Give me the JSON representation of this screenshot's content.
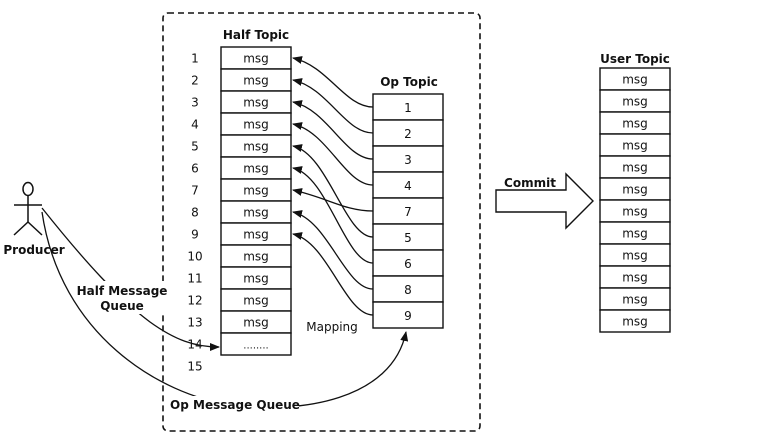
{
  "producer": {
    "label": "Producer",
    "icon": "person-icon"
  },
  "half_topic": {
    "title": "Half Topic",
    "index_labels": [
      "1",
      "2",
      "3",
      "4",
      "5",
      "6",
      "7",
      "8",
      "9",
      "10",
      "11",
      "12",
      "13",
      "14",
      "15"
    ],
    "cells": [
      "msg",
      "msg",
      "msg",
      "msg",
      "msg",
      "msg",
      "msg",
      "msg",
      "msg",
      "msg",
      "msg",
      "msg",
      "msg",
      "........"
    ]
  },
  "op_topic": {
    "title": "Op Topic",
    "cells": [
      "1",
      "2",
      "3",
      "4",
      "7",
      "5",
      "6",
      "8",
      "9"
    ]
  },
  "user_topic": {
    "title": "User Topic",
    "cells": [
      "msg",
      "msg",
      "msg",
      "msg",
      "msg",
      "msg",
      "msg",
      "msg",
      "msg",
      "msg",
      "msg",
      "msg"
    ]
  },
  "labels": {
    "mapping": "Mapping",
    "commit": "Commit",
    "half_message_queue_line1": "Half Message",
    "half_message_queue_line2": "Queue",
    "op_message_queue": "Op Message Queue"
  },
  "mapping_links": [
    {
      "op_index": 0,
      "half_index": 0
    },
    {
      "op_index": 1,
      "half_index": 1
    },
    {
      "op_index": 2,
      "half_index": 2
    },
    {
      "op_index": 3,
      "half_index": 3
    },
    {
      "op_index": 4,
      "half_index": 6
    },
    {
      "op_index": 5,
      "half_index": 4
    },
    {
      "op_index": 6,
      "half_index": 5
    },
    {
      "op_index": 7,
      "half_index": 7
    },
    {
      "op_index": 8,
      "half_index": 8
    }
  ]
}
